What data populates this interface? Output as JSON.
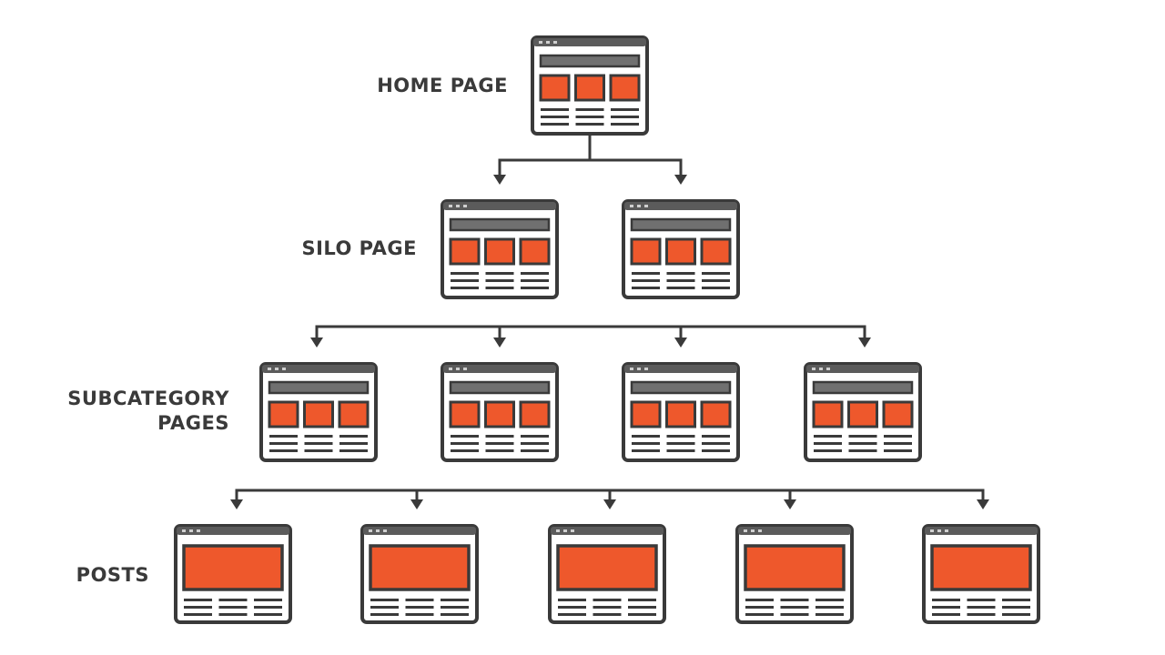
{
  "colors": {
    "outline": "#3a3a3a",
    "titlebar": "#5b5b5b",
    "dots": "#cfcfcf",
    "bar": "#707070",
    "accent": "#ee582c",
    "background": "#ffffff"
  },
  "levels": [
    {
      "id": "home",
      "label_lines": [
        "HOME PAGE"
      ],
      "page_count": 1,
      "page_style": "three-blocks"
    },
    {
      "id": "silo",
      "label_lines": [
        "SILO PAGE"
      ],
      "page_count": 2,
      "page_style": "three-blocks"
    },
    {
      "id": "subcategory",
      "label_lines": [
        "SUBCATEGORY",
        "PAGES"
      ],
      "page_count": 4,
      "page_style": "three-blocks"
    },
    {
      "id": "posts",
      "label_lines": [
        "POSTS"
      ],
      "page_count": 5,
      "page_style": "single-block"
    }
  ],
  "icons": {
    "page": "webpage-icon",
    "arrow": "arrow-down-icon"
  }
}
